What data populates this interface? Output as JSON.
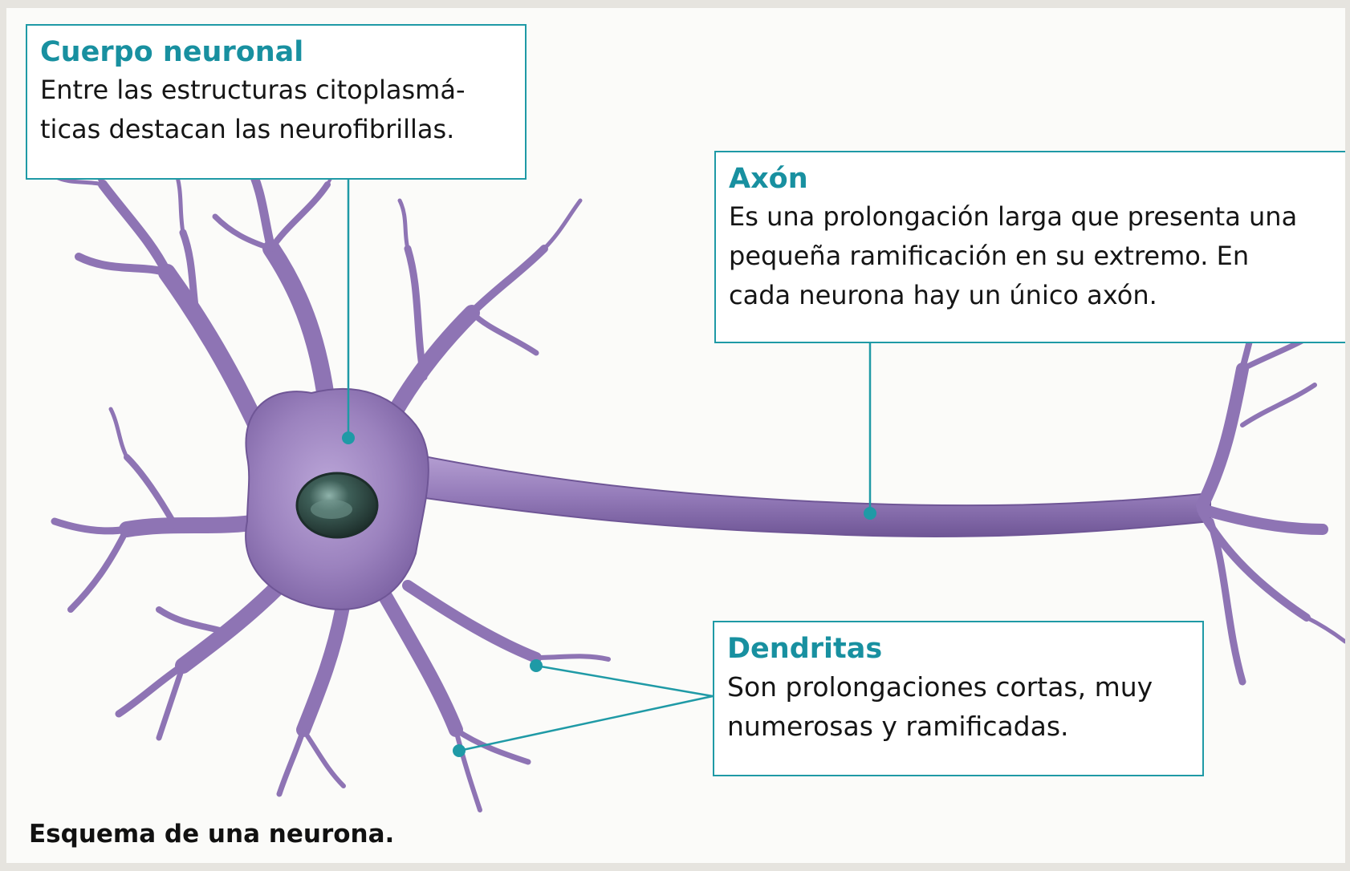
{
  "callouts": {
    "cuerpo": {
      "title": "Cuerpo neuronal",
      "lines": [
        "Entre las estructuras citoplasmá-",
        "ticas destacan las neurofibrillas."
      ]
    },
    "axon": {
      "title": "Axón",
      "lines": [
        "Es una prolongación larga que presenta una",
        "pequeña ramificación en su extremo. En",
        "cada neurona hay un único axón."
      ]
    },
    "dendritas": {
      "title": "Dendritas",
      "lines": [
        "Son prolongaciones cortas, muy",
        "numerosas y ramificadas."
      ]
    }
  },
  "caption": "Esquema de una neurona.",
  "colors": {
    "accent": "#1f9aa6",
    "title": "#1890a0",
    "neuron_body": "#9b82be",
    "neuron_dark": "#6f5696",
    "nucleus": "#2f4a45",
    "page_background": "#fbfbf9"
  }
}
